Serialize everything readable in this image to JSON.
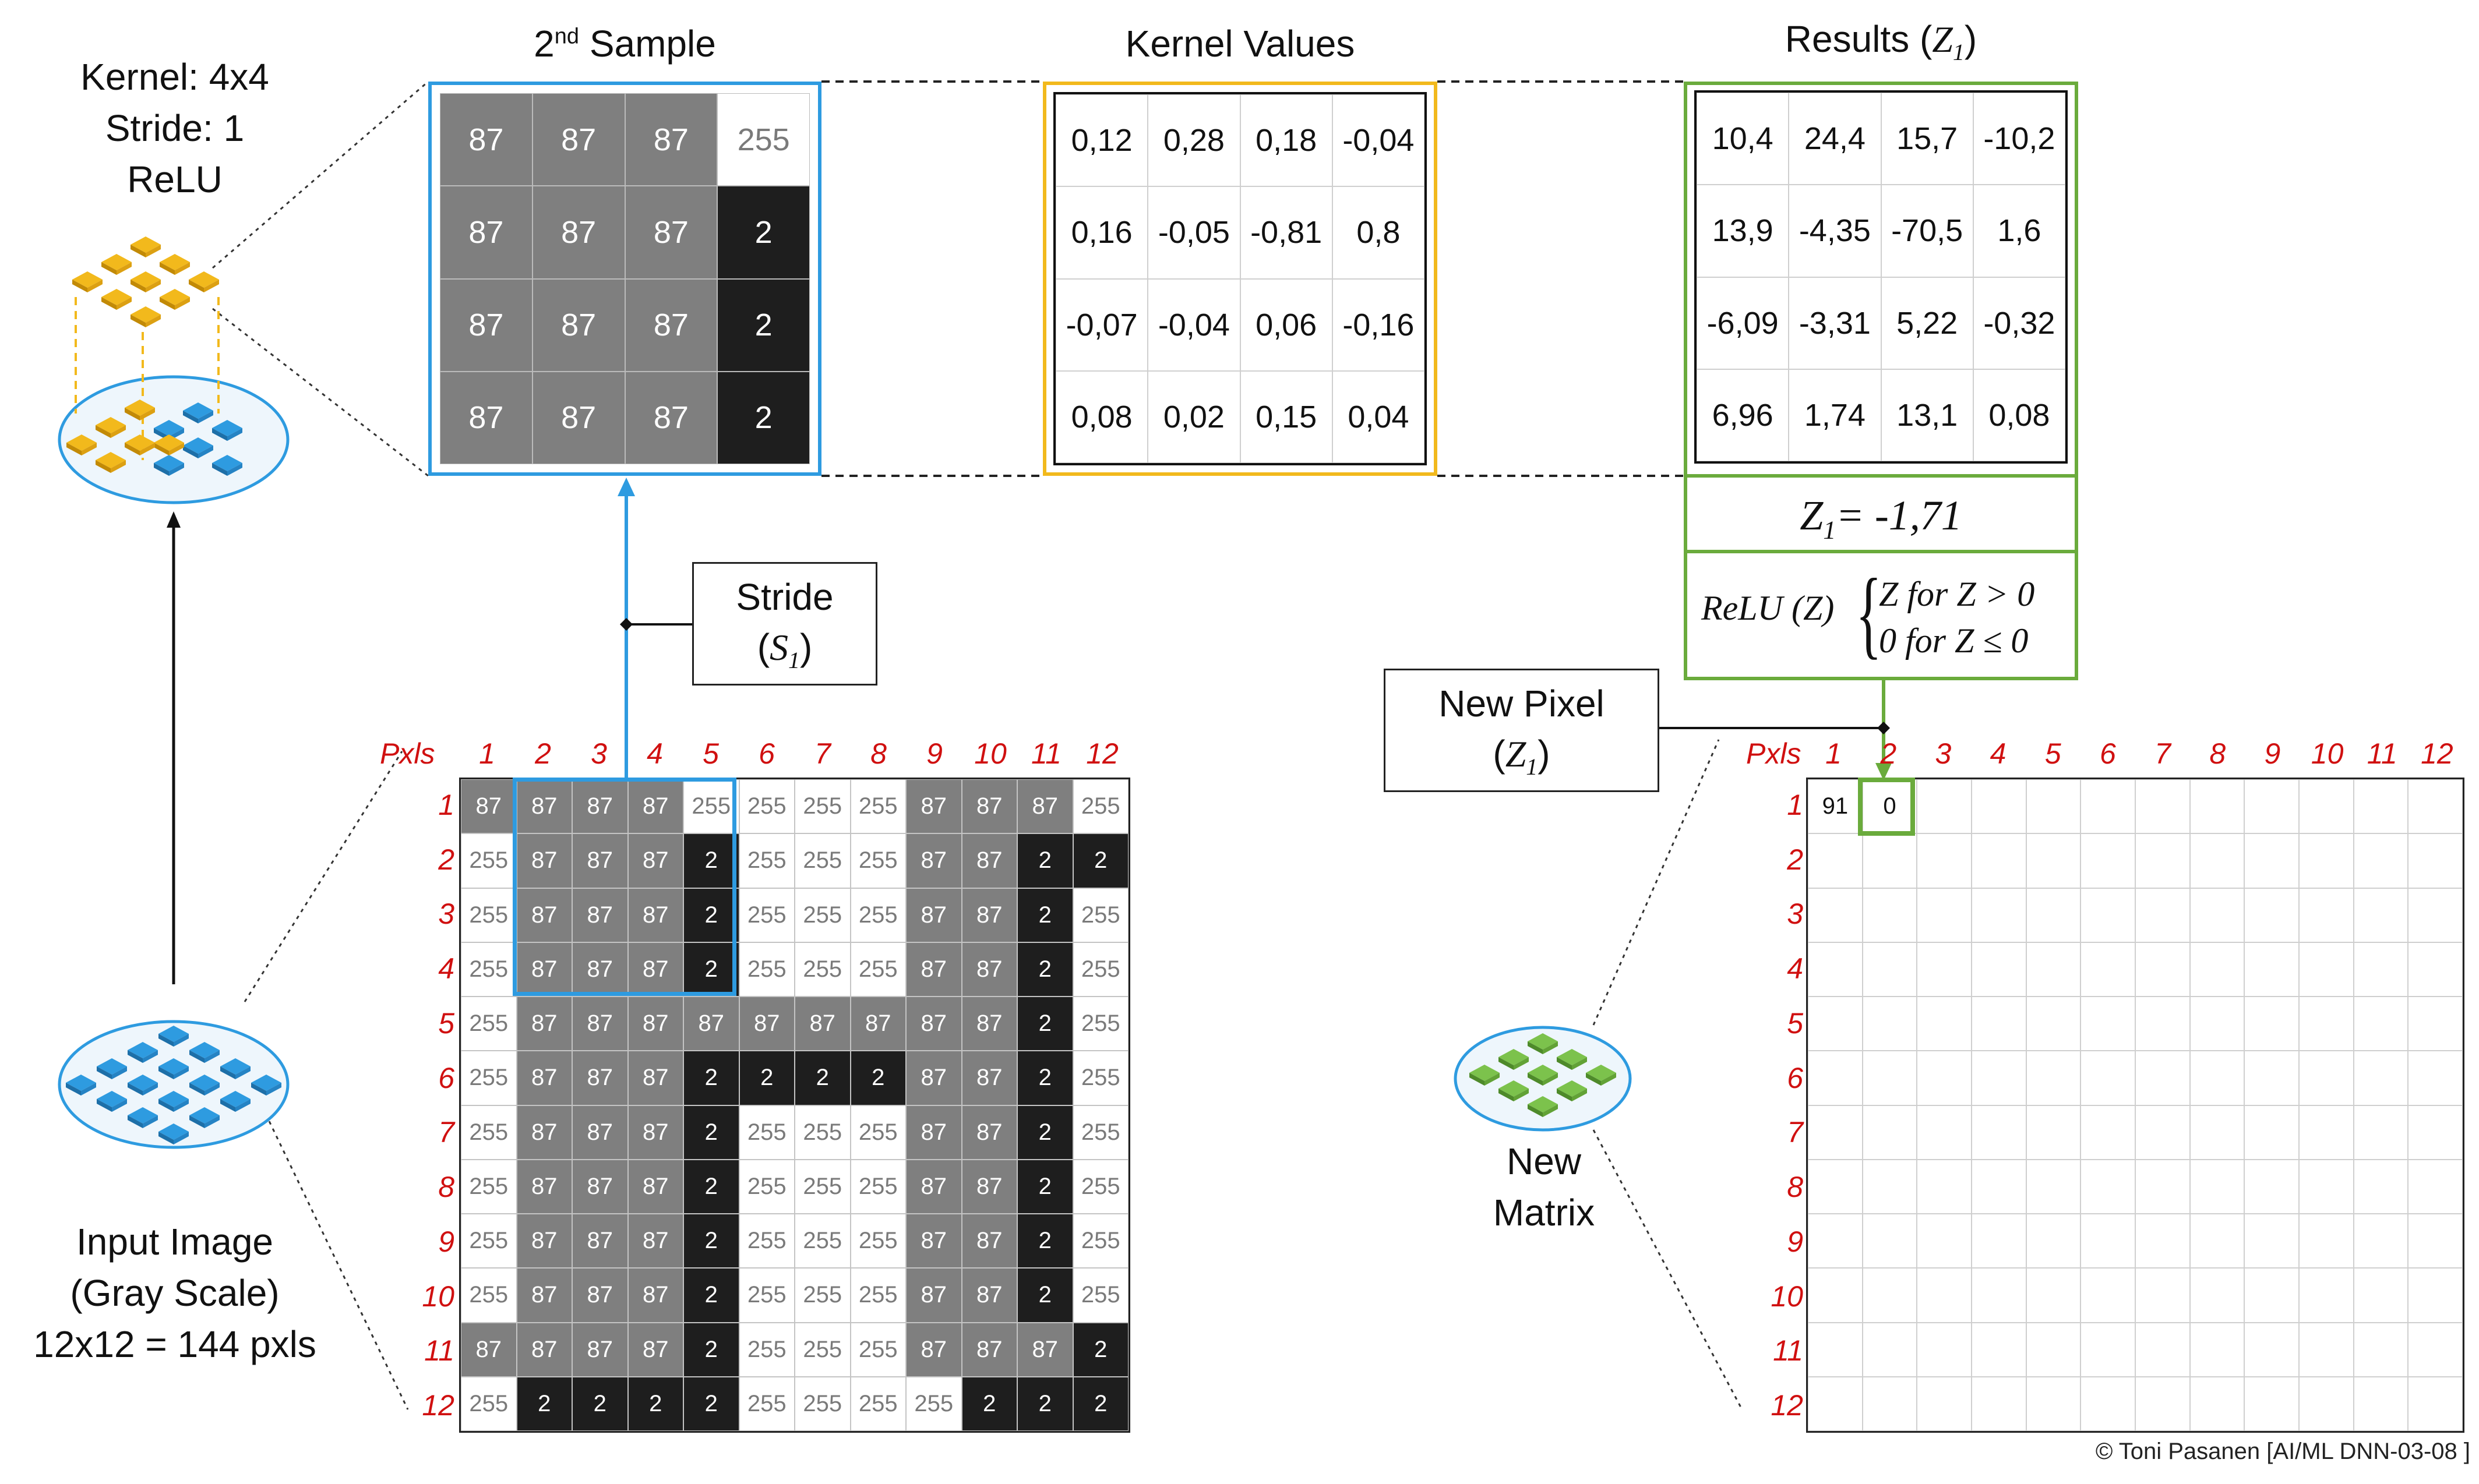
{
  "kernel_info": {
    "line1": "Kernel: 4x4",
    "line2": "Stride: 1",
    "line3": "ReLU"
  },
  "input_caption": {
    "line1": "Input Image",
    "line2": "(Gray Scale)",
    "line3": "12x12 = 144 pxls"
  },
  "new_matrix_caption": {
    "line1": "New",
    "line2": "Matrix"
  },
  "sample": {
    "title_main": "2",
    "title_sup": "nd",
    "title_rest": " Sample",
    "cells": [
      [
        "87",
        "87",
        "87",
        "255"
      ],
      [
        "87",
        "87",
        "87",
        "2"
      ],
      [
        "87",
        "87",
        "87",
        "2"
      ],
      [
        "87",
        "87",
        "87",
        "2"
      ]
    ]
  },
  "kernel": {
    "title": "Kernel Values",
    "cells": [
      [
        "0,12",
        "0,28",
        "0,18",
        "-0,04"
      ],
      [
        "0,16",
        "-0,05",
        "-0,81",
        "0,8"
      ],
      [
        "-0,07",
        "-0,04",
        "0,06",
        "-0,16"
      ],
      [
        "0,08",
        "0,02",
        "0,15",
        "0,04"
      ]
    ]
  },
  "results": {
    "title_text": "Results (",
    "title_var": "Z",
    "title_sub": "1",
    "title_close": ")",
    "cells": [
      [
        "10,4",
        "24,4",
        "15,7",
        "-10,2"
      ],
      [
        "13,9",
        "-4,35",
        "-70,5",
        "1,6"
      ],
      [
        "-6,09",
        "-3,31",
        "5,22",
        "-0,32"
      ],
      [
        "6,96",
        "1,74",
        "13,1",
        "0,08"
      ]
    ],
    "z_var": "Z",
    "z_sub": "1",
    "z_value": "= -1,71",
    "relu_label": "ReLU (Z)",
    "relu_case1": "Z for Z > 0",
    "relu_case2": "0 for Z ≤ 0"
  },
  "stride_label": {
    "line1": "Stride",
    "var": "S",
    "sub": "1"
  },
  "new_pixel_label": {
    "line1": "New Pixel",
    "var": "Z",
    "sub": "1"
  },
  "pxls_label": "Pxls",
  "axis_numbers": [
    "1",
    "2",
    "3",
    "4",
    "5",
    "6",
    "7",
    "8",
    "9",
    "10",
    "11",
    "12"
  ],
  "input_matrix": [
    [
      "87",
      "87",
      "87",
      "87",
      "255",
      "255",
      "255",
      "255",
      "87",
      "87",
      "87",
      "255"
    ],
    [
      "255",
      "87",
      "87",
      "87",
      "2",
      "255",
      "255",
      "255",
      "87",
      "87",
      "2",
      "2"
    ],
    [
      "255",
      "87",
      "87",
      "87",
      "2",
      "255",
      "255",
      "255",
      "87",
      "87",
      "2",
      "255"
    ],
    [
      "255",
      "87",
      "87",
      "87",
      "2",
      "255",
      "255",
      "255",
      "87",
      "87",
      "2",
      "255"
    ],
    [
      "255",
      "87",
      "87",
      "87",
      "87",
      "87",
      "87",
      "87",
      "87",
      "87",
      "2",
      "255"
    ],
    [
      "255",
      "87",
      "87",
      "87",
      "2",
      "2",
      "2",
      "2",
      "87",
      "87",
      "2",
      "255"
    ],
    [
      "255",
      "87",
      "87",
      "87",
      "2",
      "255",
      "255",
      "255",
      "87",
      "87",
      "2",
      "255"
    ],
    [
      "255",
      "87",
      "87",
      "87",
      "2",
      "255",
      "255",
      "255",
      "87",
      "87",
      "2",
      "255"
    ],
    [
      "255",
      "87",
      "87",
      "87",
      "2",
      "255",
      "255",
      "255",
      "87",
      "87",
      "2",
      "255"
    ],
    [
      "255",
      "87",
      "87",
      "87",
      "2",
      "255",
      "255",
      "255",
      "87",
      "87",
      "2",
      "255"
    ],
    [
      "87",
      "87",
      "87",
      "87",
      "2",
      "255",
      "255",
      "255",
      "87",
      "87",
      "87",
      "2"
    ],
    [
      "255",
      "2",
      "2",
      "2",
      "2",
      "255",
      "255",
      "255",
      "255",
      "2",
      "2",
      "2"
    ]
  ],
  "output_matrix": {
    "filled": [
      "91",
      "0"
    ]
  },
  "copyright": "© Toni Pasanen [AI/ML DNN-03-08 ]",
  "colors": {
    "blue": "#2e9be0",
    "yellow": "#f2b91c",
    "green": "#6aab3c",
    "red": "#d01010",
    "gray": "#7f7f7f",
    "black": "#1e1e1e"
  }
}
